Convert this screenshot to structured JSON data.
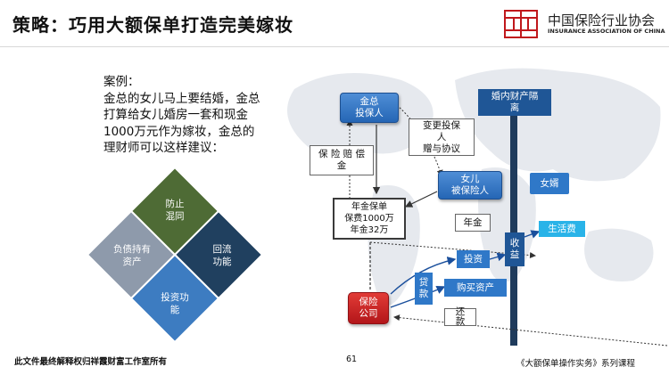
{
  "slide": {
    "title": "策略：巧用大额保单打造完美嫁妆",
    "org_cn": "中国保险行业协会",
    "org_en": "INSURANCE ASSOCIATION OF CHINA",
    "case_label": "案例：",
    "case_text": "金总的女儿马上要结婚，金总打算给女儿婚房一套和现金1000万元作为嫁妆，金总的理财师可以这样建议："
  },
  "diamond": {
    "top": "防止\n混同",
    "left": "负债持有\n资产",
    "right": "回流\n功能",
    "bottom": "投资功\n能"
  },
  "diagram": {
    "jinzong": "金总\n投保人",
    "marital_label": "婚内财产隔\n离",
    "change_label": "变更投保\n人\n赠与协议",
    "compensation_label": "保 险 赔 偿\n金",
    "daughter": "女儿\n被保险人",
    "son_in_law": "女婿",
    "annuity_policy": "年金保单\n保费1000万\n年金32万",
    "annuity_label": "年金",
    "income_label": "收\n益",
    "living_cost": "生活费",
    "invest_label": "投资",
    "loan_label": "贷\n款",
    "buy_assets_label": "购买资产",
    "insurer": "保险\n公司",
    "repay_label": "还\n款"
  },
  "footer": {
    "left": "此文件最终解释权归祥霞财富工作室所有",
    "page_number": "61",
    "right": "《大额保单操作实务》系列课程"
  },
  "colors": {
    "diamond_green": "#4e6b35",
    "diamond_navy": "#20405f",
    "diamond_gray": "#8e9aab",
    "diamond_blue": "#3d7cc1",
    "accent_blue": "#2566b5",
    "accent_red": "#c0181c",
    "cyan": "#29b3e8",
    "navy_bar": "#1f3b5c"
  }
}
